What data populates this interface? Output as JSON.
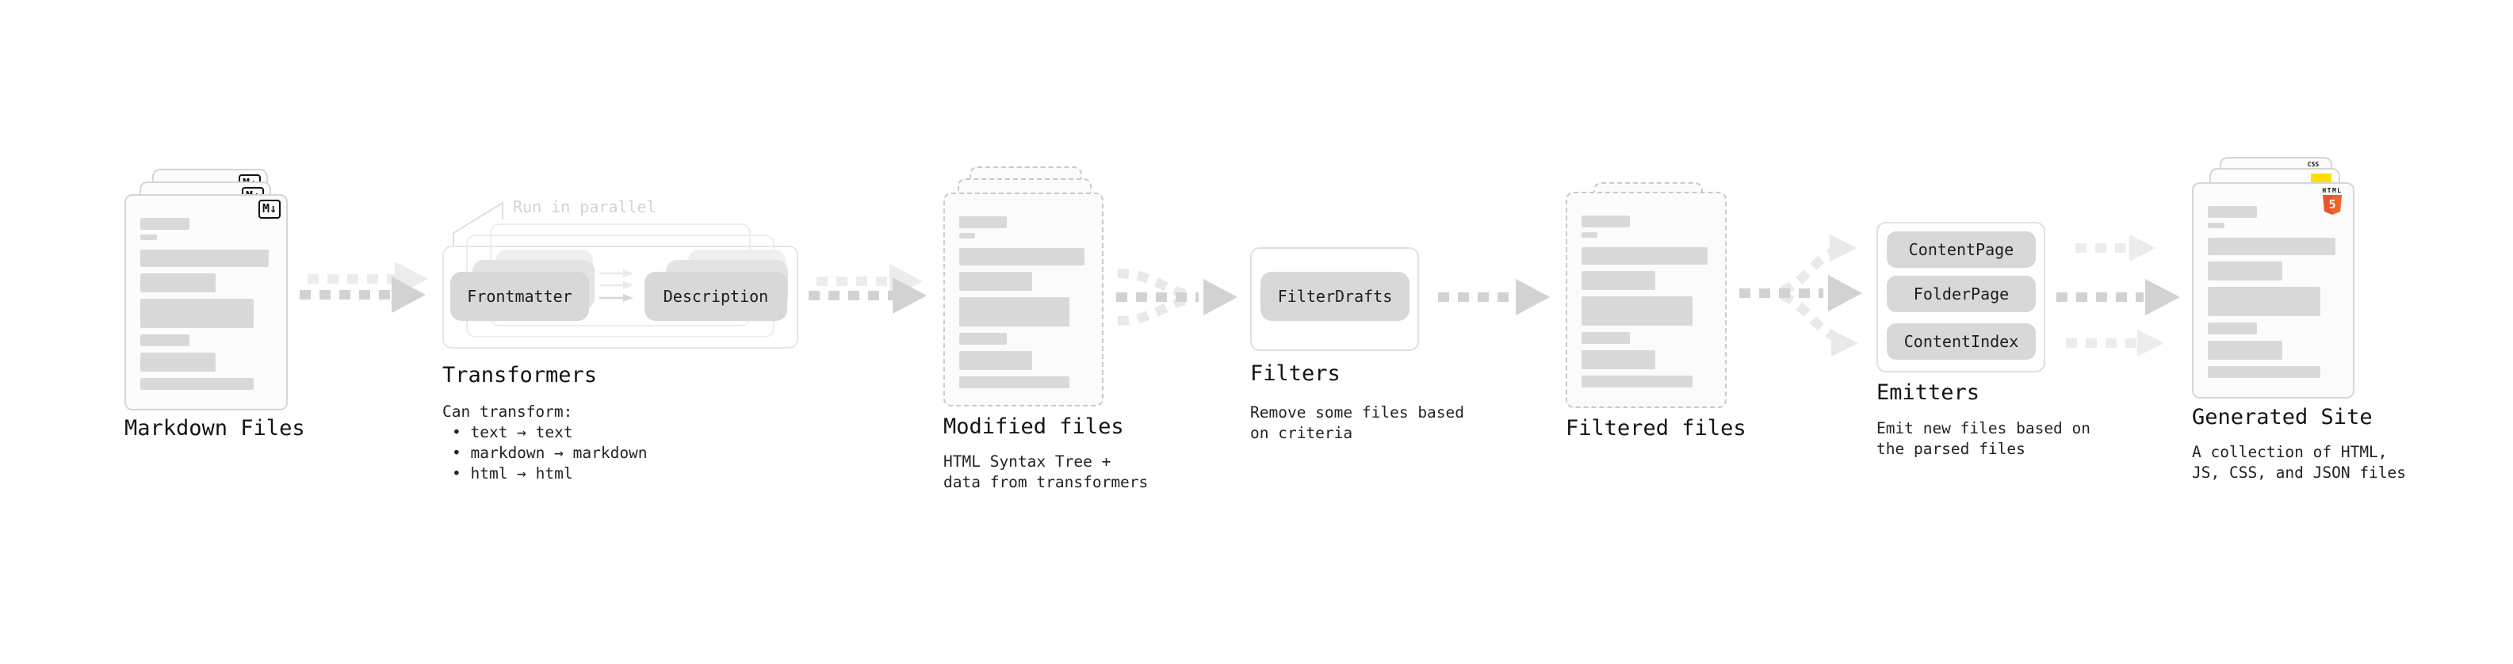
{
  "diagram": {
    "markdown_files": {
      "title": "Markdown Files",
      "badge": "M↓"
    },
    "transformers": {
      "annotation": "Run in parallel",
      "pill_frontmatter": "Frontmatter",
      "pill_description": "Description",
      "title": "Transformers",
      "desc_heading": "Can transform:",
      "bullets": [
        "• text → text",
        "• markdown → markdown",
        "• html → html"
      ]
    },
    "modified_files": {
      "title": "Modified files",
      "desc_lines": [
        "HTML Syntax Tree +",
        "data from transformers"
      ]
    },
    "filters": {
      "title": "Filters",
      "pill": "FilterDrafts",
      "desc_lines": [
        "Remove some files based",
        "on criteria"
      ]
    },
    "filtered_files": {
      "title": "Filtered files"
    },
    "emitters": {
      "title": "Emitters",
      "pills": [
        "ContentPage",
        "FolderPage",
        "ContentIndex"
      ],
      "desc_lines": [
        "Emit new files based on",
        "the parsed files"
      ]
    },
    "generated_site": {
      "title": "Generated Site",
      "desc_lines": [
        "A collection of HTML,",
        "JS, CSS, and JSON files"
      ],
      "badge_html_word": "HTML",
      "badge_html_number": "5",
      "badge_css_word": "CSS"
    }
  },
  "colors": {
    "page_border": "#d6d6d6",
    "dashed_border": "#c9c9c9",
    "bar_gray": "#d9d9d9",
    "pill_gray": "#d8d8d8",
    "arrow_dark": "#d2d2d2",
    "arrow_light": "#ececec",
    "html5_orange": "#e8542f",
    "js_yellow": "#ffdd00",
    "css_blue": "#2d62ef"
  }
}
